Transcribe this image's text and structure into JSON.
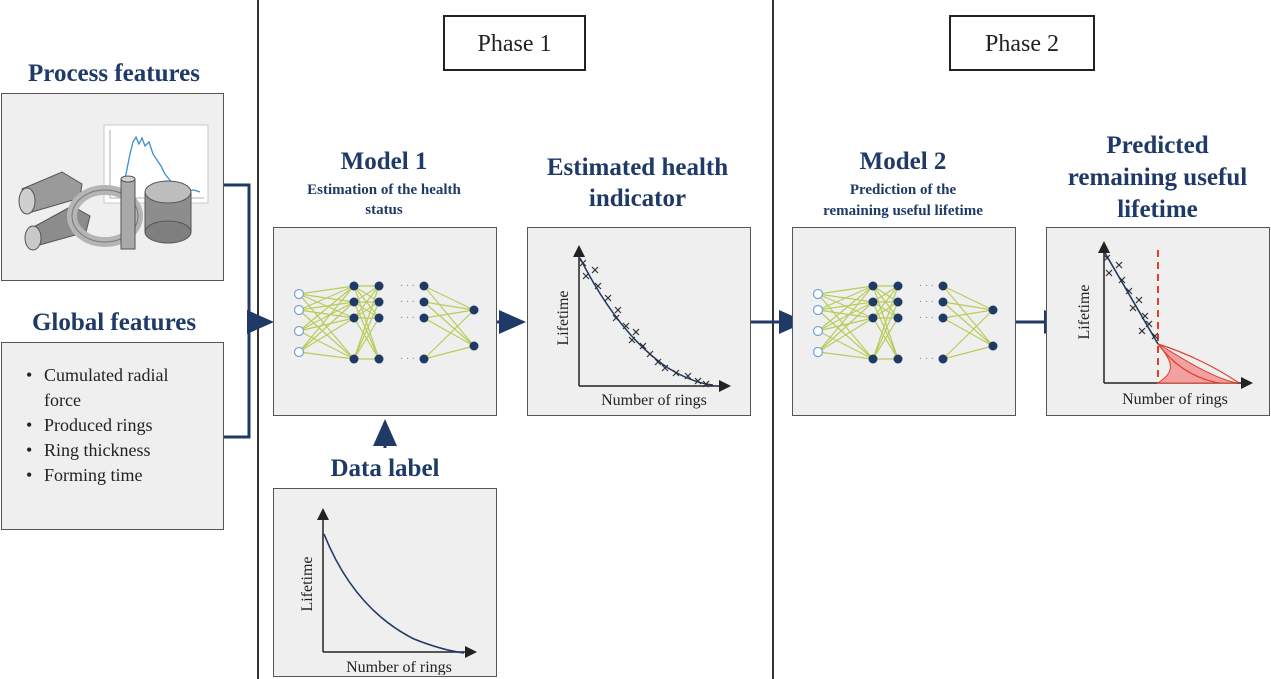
{
  "phases": {
    "phase1": "Phase 1",
    "phase2": "Phase 2"
  },
  "process_features": {
    "title": "Process features"
  },
  "global_features": {
    "title": "Global features",
    "items": [
      {
        "line1": "Cumulated radial",
        "line2": "force"
      },
      {
        "line1": "Produced rings",
        "line2": ""
      },
      {
        "line1": "Ring thickness",
        "line2": ""
      },
      {
        "line1": "Forming time",
        "line2": ""
      }
    ]
  },
  "model1": {
    "title": "Model 1",
    "subtitle_line1": "Estimation of the health",
    "subtitle_line2": "status"
  },
  "estimated_hi": {
    "title_line1": "Estimated health",
    "title_line2": "indicator",
    "ylabel": "Lifetime",
    "xlabel": "Number of rings"
  },
  "data_label": {
    "title": "Data label",
    "ylabel": "Lifetime",
    "xlabel": "Number of rings"
  },
  "model2": {
    "title": "Model 2",
    "subtitle_line1": "Prediction of the",
    "subtitle_line2": "remaining useful lifetime"
  },
  "predicted_rul": {
    "title_line1": "Predicted",
    "title_line2": "remaining useful",
    "title_line3": "lifetime",
    "ylabel": "Lifetime",
    "xlabel": "Number of rings"
  },
  "colors": {
    "title": "#1f3a66",
    "node": "#1f3a66",
    "edge": "#b9cc5a",
    "panel_bg": "#efefef",
    "cutoff": "#e0402a",
    "uncertainty": "#f2a0a0"
  },
  "icons": {
    "machine": "ring-rolling-machine-icon",
    "signal": "sensor-signal-plot-icon"
  }
}
